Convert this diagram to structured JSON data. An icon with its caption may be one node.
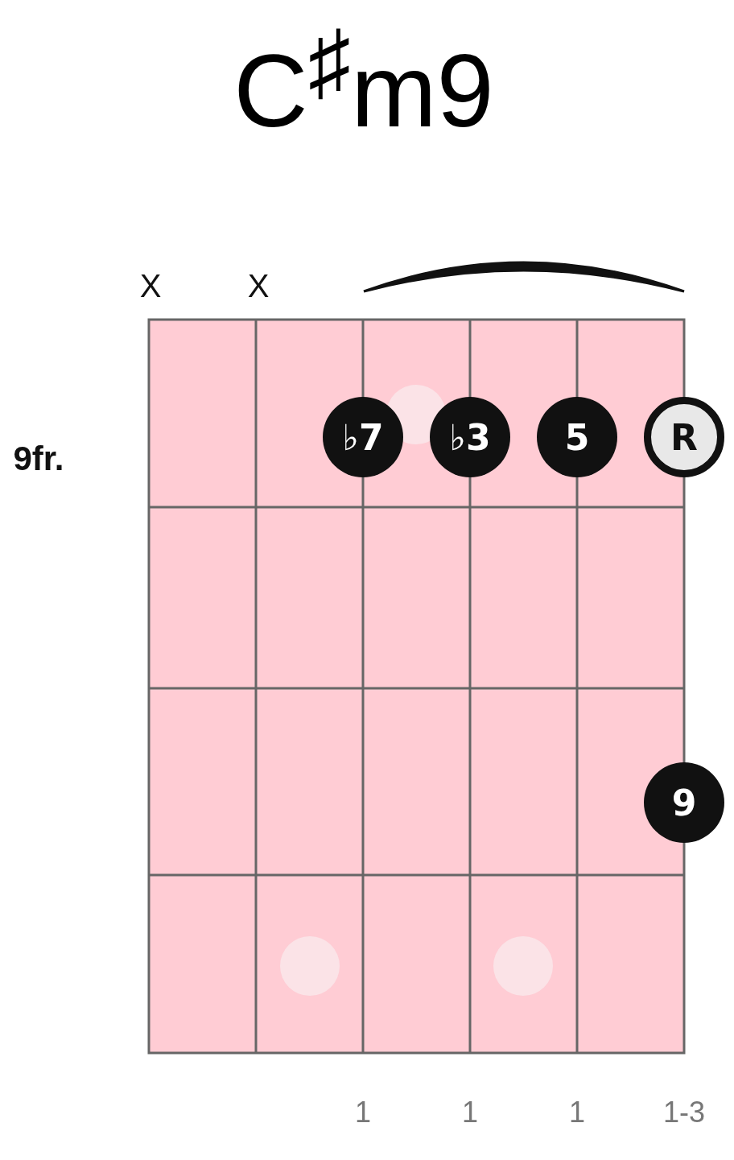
{
  "diagram": {
    "title": "C$^{♯}$m9",
    "nodes": [
      {
        "text": [
          "♭7"
        ]
      },
      {
        "text": [
          "♭3"
        ]
      },
      {
        "text": [
          "5"
        ]
      },
      {
        "text": [
          "R"
        ]
      },
      {
        "text": [
          "9"
        ]
      }
    ],
    "labels": [
      "X",
      "X",
      "9fr.",
      "1",
      "1",
      "1",
      "1-3"
    ]
  }
}
